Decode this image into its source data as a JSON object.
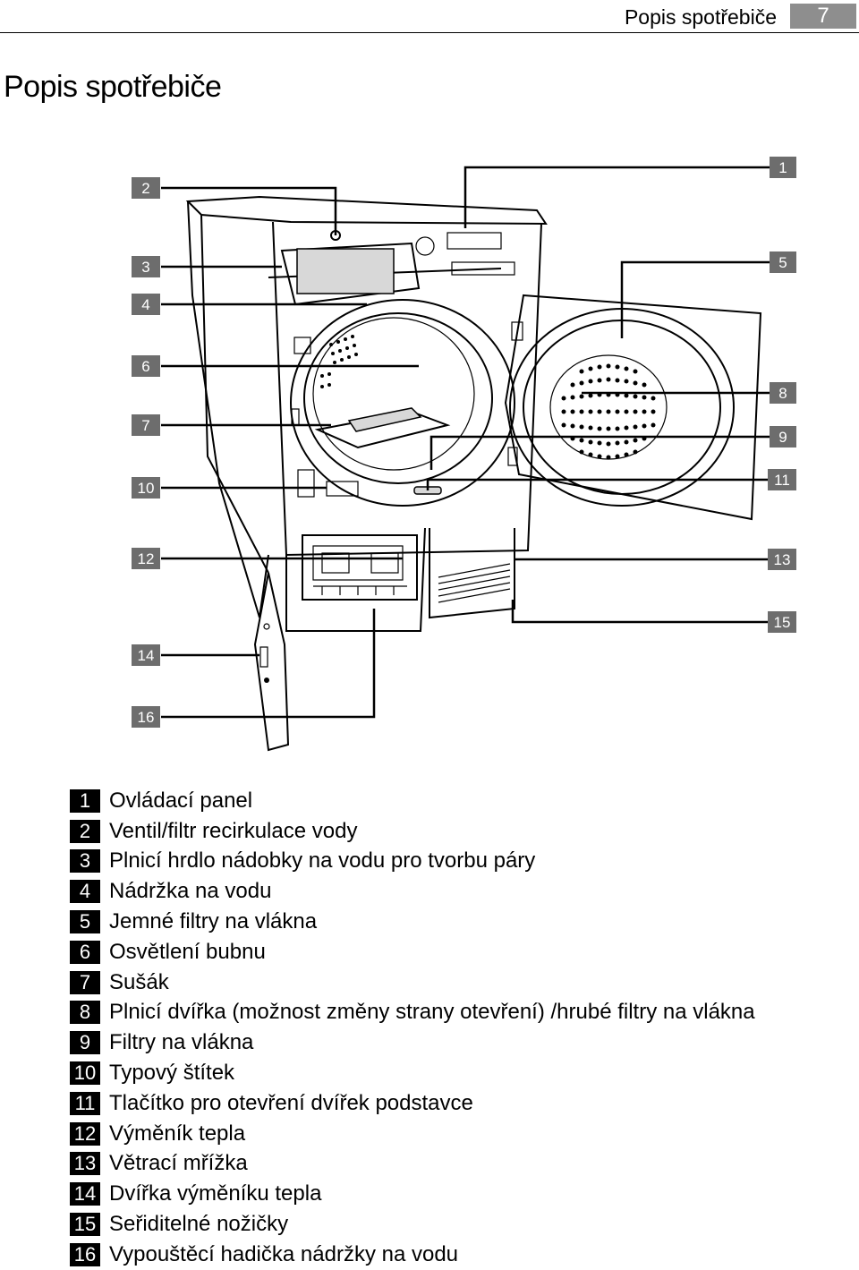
{
  "header": {
    "title": "Popis spotřebiče",
    "page_number": "7"
  },
  "page_title": "Popis spotřebiče",
  "callouts": {
    "c1": "1",
    "c2": "2",
    "c3": "3",
    "c4": "4",
    "c5": "5",
    "c6": "6",
    "c7": "7",
    "c8": "8",
    "c9": "9",
    "c10": "10",
    "c11": "11",
    "c12": "12",
    "c13": "13",
    "c14": "14",
    "c15": "15",
    "c16": "16"
  },
  "legend": [
    {
      "num": "1",
      "label": "Ovládací panel"
    },
    {
      "num": "2",
      "label": "Ventil/filtr recirkulace vody"
    },
    {
      "num": "3",
      "label": "Plnicí hrdlo nádobky na vodu pro tvorbu páry"
    },
    {
      "num": "4",
      "label": "Nádržka na vodu"
    },
    {
      "num": "5",
      "label": "Jemné filtry na vlákna"
    },
    {
      "num": "6",
      "label": "Osvětlení bubnu"
    },
    {
      "num": "7",
      "label": "Sušák"
    },
    {
      "num": "8",
      "label": "Plnicí dvířka (možnost změny strany otevření) /hrubé filtry na vlákna"
    },
    {
      "num": "9",
      "label": "Filtry na vlákna"
    },
    {
      "num": "10",
      "label": "Typový štítek"
    },
    {
      "num": "11",
      "label": "Tlačítko pro otevření dvířek podstavce"
    },
    {
      "num": "12",
      "label": "Výměník tepla"
    },
    {
      "num": "13",
      "label": "Větrací mřížka"
    },
    {
      "num": "14",
      "label": "Dvířka výměníku tepla"
    },
    {
      "num": "15",
      "label": "Seřiditelné nožičky"
    },
    {
      "num": "16",
      "label": "Vypouštěcí hadička nádržky na vodu"
    }
  ]
}
